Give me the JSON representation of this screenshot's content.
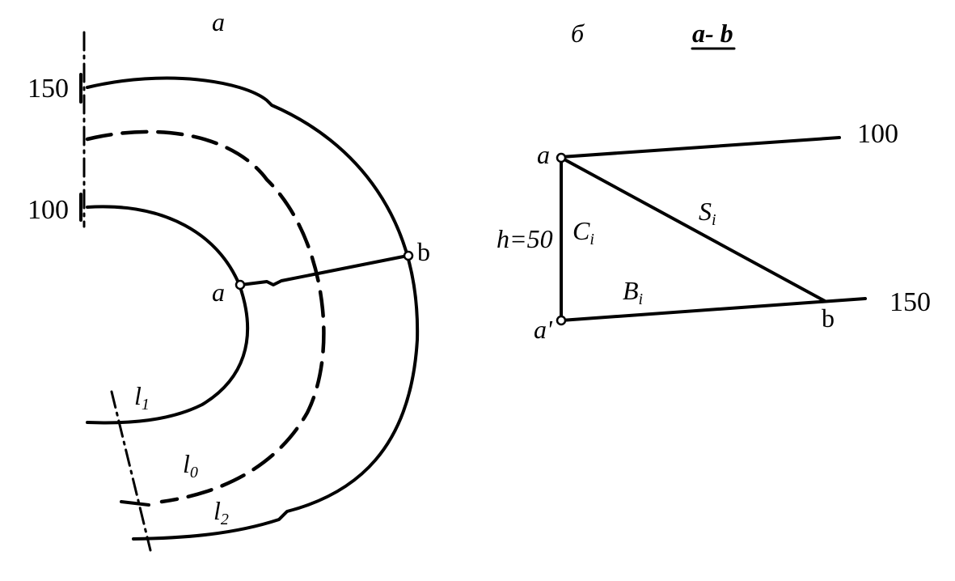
{
  "panel_a": {
    "title": "а",
    "contour_upper": "150",
    "contour_lower": "100",
    "point_a": "a",
    "point_b": "b",
    "line_1": "l",
    "line_1_sub": "1",
    "line_0": "l",
    "line_0_sub": "0",
    "line_2": "l",
    "line_2_sub": "2"
  },
  "panel_b": {
    "title": "б",
    "section_title": "a- b",
    "point_a": "a",
    "point_a_prime": "a'",
    "point_b": "b",
    "level_top": "100",
    "level_bottom": "150",
    "height_label": "h=50",
    "vertical_label": "C",
    "vertical_sub": "i",
    "hypotenuse_label": "S",
    "hypotenuse_sub": "i",
    "base_label": "B",
    "base_sub": "i"
  }
}
